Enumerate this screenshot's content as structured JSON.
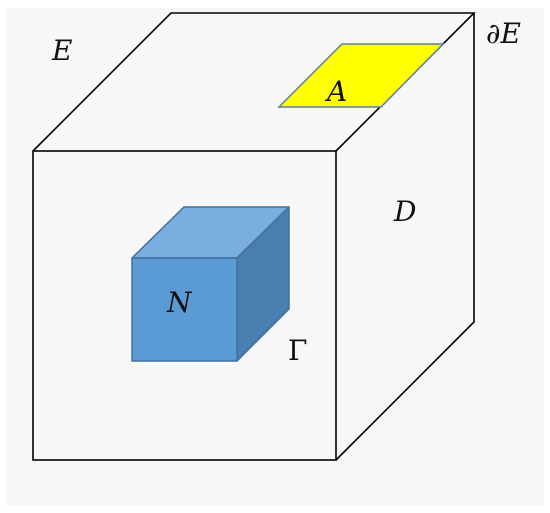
{
  "labels": {
    "E": "E",
    "boundary_E": "∂E",
    "A": "A",
    "D": "D",
    "N": "N",
    "Gamma": "Γ"
  },
  "colors": {
    "background": "#f7f7f7",
    "outline": "#000000",
    "region_A_fill": "#ffff00",
    "region_A_stroke": "#5b7fa6",
    "cube_N_front": "#5b9bd5",
    "cube_N_top": "#7aaee0",
    "cube_N_side": "#4a7eb0",
    "cube_N_stroke": "#41719c"
  }
}
